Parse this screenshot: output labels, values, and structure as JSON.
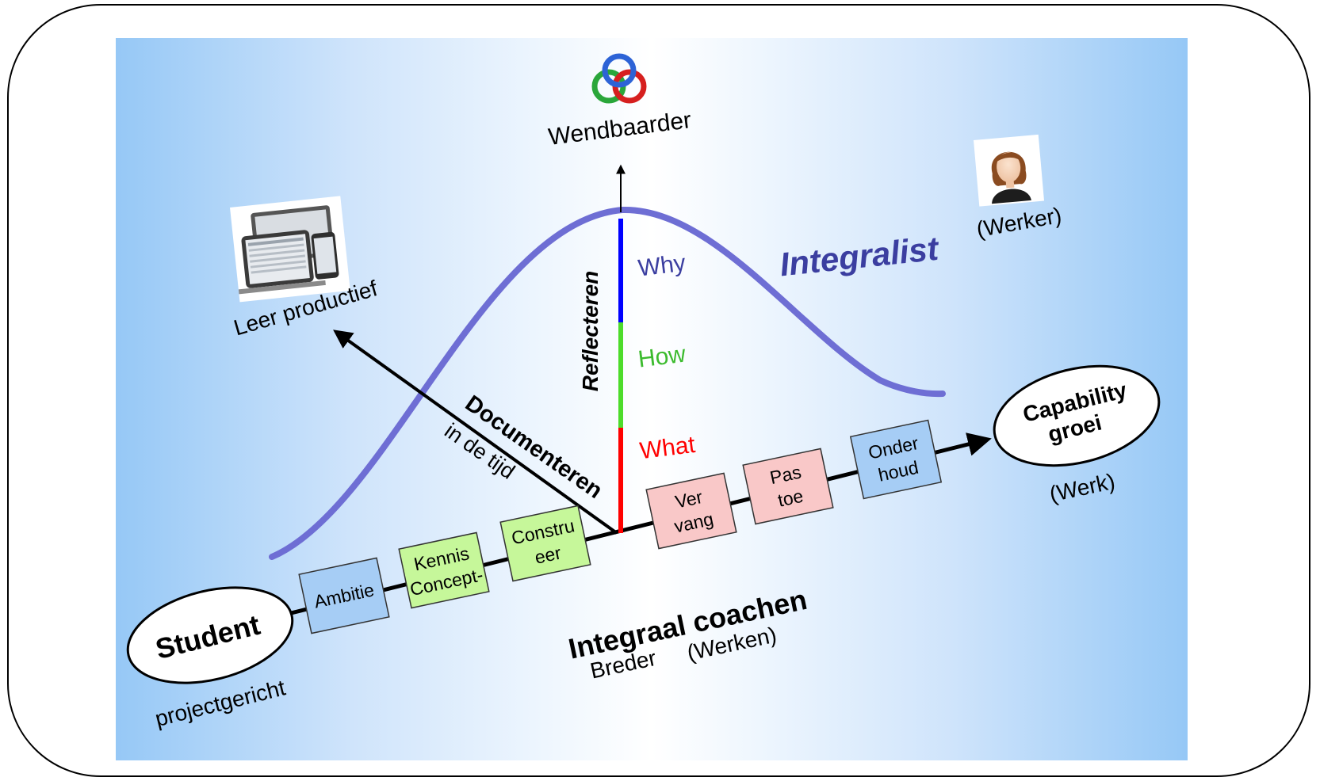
{
  "top": {
    "label": "Wendbaarder"
  },
  "left": {
    "label": "Leer productief"
  },
  "right": {
    "title": "Integralist",
    "person_label": "(Werker)"
  },
  "vertical": {
    "label": "Reflecteren",
    "segments": [
      {
        "label": "Why",
        "color": "#0000ff"
      },
      {
        "label": "How",
        "color": "#3cbb2e"
      },
      {
        "label": "What",
        "color": "#ff0000"
      }
    ]
  },
  "diagonal": {
    "label": "Documenteren",
    "sublabel": "in de tijd"
  },
  "timeline": {
    "start": {
      "label": "Student",
      "sublabel": "projectgericht"
    },
    "end": {
      "label_line1": "Capability",
      "label_line2": "groei",
      "sublabel": "(Werk)"
    },
    "caption": "Integraal coachen",
    "subcaption_a": "Breder",
    "subcaption_b": "(Werken)",
    "steps": [
      {
        "lines": [
          "Ambitie"
        ],
        "fill": "#a6cdf5"
      },
      {
        "lines": [
          "Kennis",
          "Concept-"
        ],
        "fill": "#c6f79a"
      },
      {
        "lines": [
          "Constru",
          "eer"
        ],
        "fill": "#c6f79a"
      },
      {
        "lines": [
          "Ver",
          "vang"
        ],
        "fill": "#f9c8c8"
      },
      {
        "lines": [
          "Pas",
          "toe"
        ],
        "fill": "#f9c8c8"
      },
      {
        "lines": [
          "Onder",
          "houd"
        ],
        "fill": "#a6cdf5"
      }
    ]
  },
  "colors": {
    "curve": "#6e6ed4",
    "integralist": "#3b3ea0",
    "axis": "#000000"
  },
  "icons": [
    "rings-logo-icon",
    "devices-icon",
    "woman-avatar-icon"
  ]
}
